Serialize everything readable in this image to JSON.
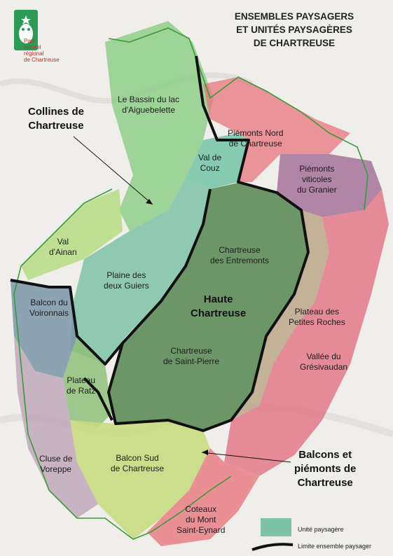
{
  "title": [
    "ENSEMBLES PAYSAGERS",
    "ET UNITÉS PAYSAGÈRES",
    "DE CHARTREUSE"
  ],
  "logo": {
    "line1": "Parc",
    "line2": "naturel",
    "line3": "régional",
    "line4": "de Chartreuse",
    "color": "#c0302a",
    "green": "#2b9b55"
  },
  "ensembles": {
    "collines": [
      "Collines de",
      "Chartreuse"
    ],
    "haute": [
      "Haute",
      "Chartreuse"
    ],
    "balcons": [
      "Balcons et",
      "piémonts de",
      "Chartreuse"
    ]
  },
  "units": {
    "bassin": [
      "Le Bassin du lac",
      "d'Aiguebelette"
    ],
    "piemonts_nord": [
      "Piémonts Nord",
      "de Chartreuse"
    ],
    "val_couz": [
      "Val de",
      "Couz"
    ],
    "piemonts_viticoles": [
      "Piémonts",
      "viticoles",
      "du Granier"
    ],
    "val_ainan": [
      "Val",
      "d'Ainan"
    ],
    "plaine": [
      "Plaine des",
      "deux Guiers"
    ],
    "entremonts": [
      "Chartreuse",
      "des Entremonts"
    ],
    "balcon_voironnais": [
      "Balcon du",
      "Voironnais"
    ],
    "plateau_roches": [
      "Plateau des",
      "Petites Roches"
    ],
    "saint_pierre": [
      "Chartreuse",
      "de Saint-Pierre"
    ],
    "gresivaudan": [
      "Vallée du",
      "Grésivaudan"
    ],
    "ratz": [
      "Plateau",
      "de Ratz"
    ],
    "cluse": [
      "Cluse de",
      "Voreppe"
    ],
    "balcon_sud": [
      "Balcon Sud",
      "de Chartreuse"
    ],
    "coteaux": [
      "Coteaux",
      "du Mont",
      "Saint-Eynard"
    ]
  },
  "legend": {
    "unit": "Unité paysagère",
    "limit": "Limite ensemble paysager"
  }
}
